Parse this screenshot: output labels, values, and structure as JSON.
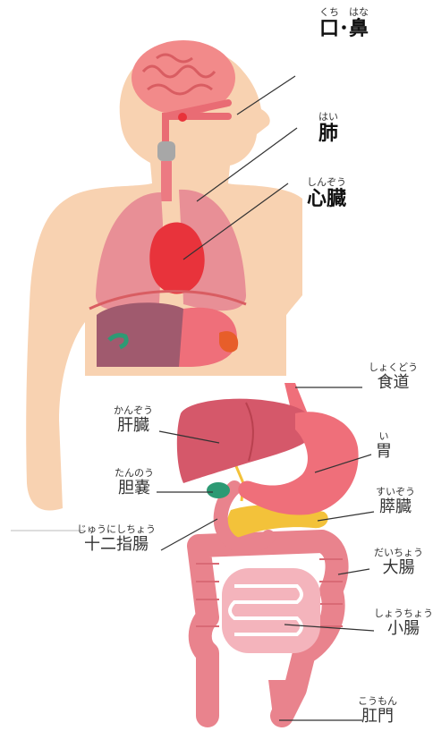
{
  "colors": {
    "skin": "#f8d2b1",
    "skin_shadow": "#efbf98",
    "lung": "#e88f96",
    "heart": "#e8333b",
    "liver": "#d5586a",
    "stomach": "#ef6f7a",
    "intestine": "#e9838d",
    "pancreas": "#f3c23a",
    "gallbladder": "#2d9a74",
    "brain": "#f28a8a",
    "leader_line": "#333333"
  },
  "body_labels": [
    {
      "id": "mouth-nose",
      "ruby": "くち　はな",
      "term": "口･鼻"
    },
    {
      "id": "lung",
      "ruby": "はい",
      "term": "肺"
    },
    {
      "id": "heart",
      "ruby": "しんぞう",
      "term": "心臓"
    }
  ],
  "digestive_labels": [
    {
      "id": "esophagus",
      "ruby": "しょくどう",
      "term": "食道"
    },
    {
      "id": "liver",
      "ruby": "かんぞう",
      "term": "肝臓"
    },
    {
      "id": "stomach",
      "ruby": "い",
      "term": "胃"
    },
    {
      "id": "gallbladder",
      "ruby": "たんのう",
      "term": "胆嚢"
    },
    {
      "id": "pancreas",
      "ruby": "すいぞう",
      "term": "膵臓"
    },
    {
      "id": "duodenum",
      "ruby": "じゅうにしちょう",
      "term": "十二指腸"
    },
    {
      "id": "large-intestine",
      "ruby": "だいちょう",
      "term": "大腸"
    },
    {
      "id": "small-intestine",
      "ruby": "しょうちょう",
      "term": "小腸"
    },
    {
      "id": "anus",
      "ruby": "こうもん",
      "term": "肛門"
    }
  ]
}
